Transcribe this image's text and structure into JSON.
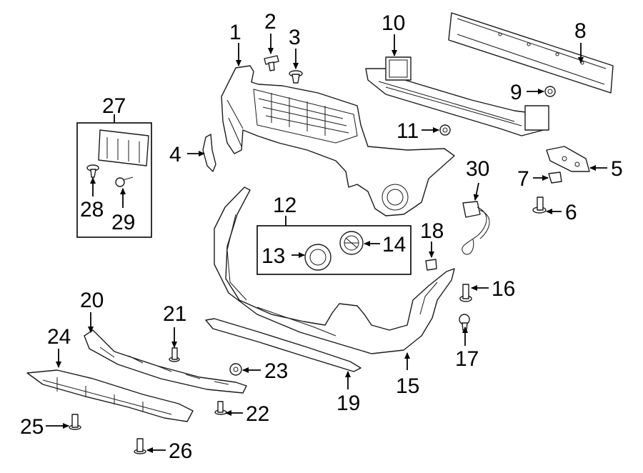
{
  "callouts": {
    "c1": "1",
    "c2": "2",
    "c3": "3",
    "c4": "4",
    "c5": "5",
    "c6": "6",
    "c7": "7",
    "c8": "8",
    "c9": "9",
    "c10": "10",
    "c11": "11",
    "c12": "12",
    "c13": "13",
    "c14": "14",
    "c15": "15",
    "c16": "16",
    "c17": "17",
    "c18": "18",
    "c19": "19",
    "c20": "20",
    "c21": "21",
    "c22": "22",
    "c23": "23",
    "c24": "24",
    "c25": "25",
    "c26": "26",
    "c27": "27",
    "c28": "28",
    "c29": "29",
    "c30": "30"
  },
  "colors": {
    "line": "#1a1a1a",
    "background": "#ffffff"
  }
}
